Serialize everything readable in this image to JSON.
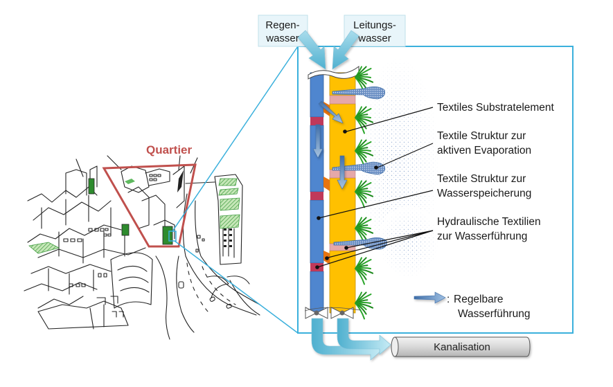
{
  "sources": {
    "rainwater": [
      "Regen-",
      "wasser"
    ],
    "tapwater": [
      "Leitungs-",
      "wasser"
    ]
  },
  "district_label": "Quartier",
  "callouts": [
    {
      "id": "substrate",
      "lines": [
        "Textiles Substratelement"
      ]
    },
    {
      "id": "evaporation",
      "lines": [
        "Textile Struktur zur",
        "aktiven Evaporation"
      ]
    },
    {
      "id": "storage",
      "lines": [
        "Textile Struktur zur",
        "Wasserspeicherung"
      ]
    },
    {
      "id": "hydraulic",
      "lines": [
        "Hydraulische Textilien",
        "zur Wasserführung"
      ]
    }
  ],
  "legend": {
    "prefix": ":",
    "lines": [
      "Regelbare",
      "Wasserführung"
    ]
  },
  "sewer_label": "Kanalisation",
  "colors": {
    "panel_border": "#3ab0dc",
    "rain_column": "#4f86cf",
    "tap_column": "#ffc000",
    "valve_block": "#c0395a",
    "pink_band": "#e6a8a8",
    "orange_tab": "#e8740f",
    "district_outline": "#c0504d",
    "green_roof": "#2e8b2e",
    "flow_arrow": "#7ec3d9"
  }
}
